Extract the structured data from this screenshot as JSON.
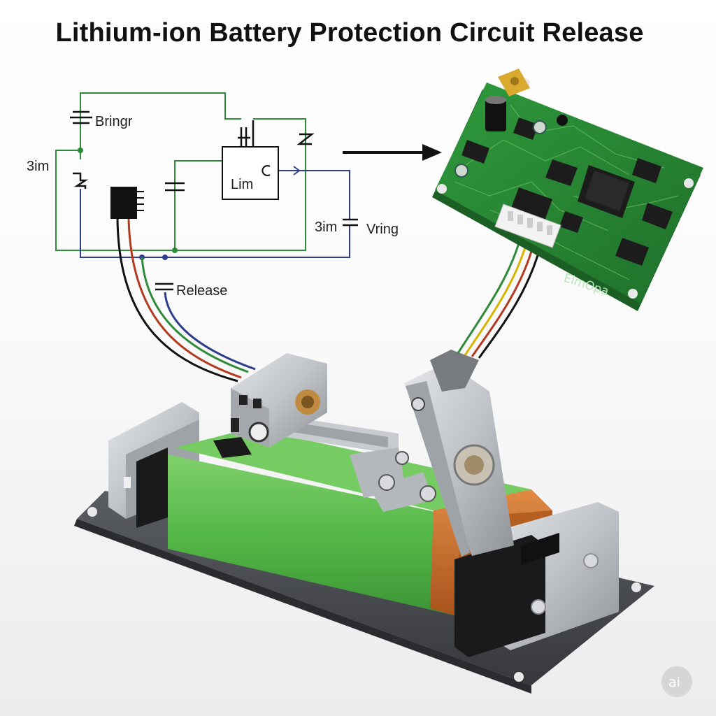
{
  "title": "Lithium-ion Battery Protection Circuit Release",
  "schematic": {
    "labels": {
      "battery": "Bringr",
      "left_side": "3im",
      "box": "Lim",
      "capacitor_right_a": "3im",
      "capacitor_right_b": "Vring",
      "release": "Release"
    }
  },
  "pcb": {
    "label": "ElmOpa"
  },
  "watermark": "ai",
  "colors": {
    "wire_green": "#2e8b3a",
    "wire_blue": "#2f3d8f",
    "wire_red": "#b33a1f",
    "wire_black": "#111111",
    "wire_yellow": "#d8b400",
    "pcb_green": "#2f8f3a",
    "battery_green": "#55b848",
    "battery_copper": "#c96a2a",
    "metal": "#b8bcc0",
    "base_plate": "#4a4c50"
  },
  "icons": [
    "arrow-right-icon",
    "ic-chip-icon",
    "capacitor-icon",
    "zener-diode-icon"
  ]
}
